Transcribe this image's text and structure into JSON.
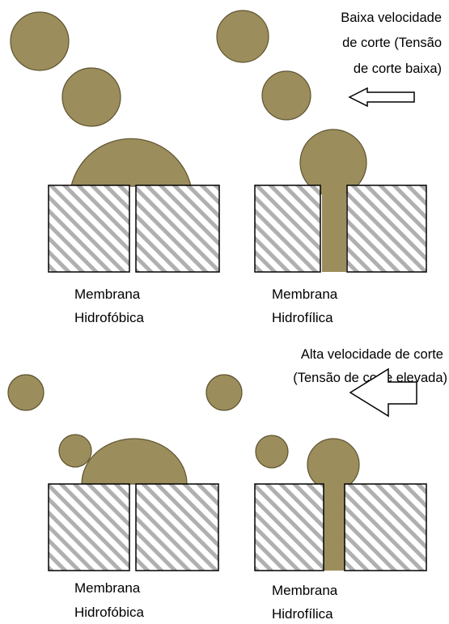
{
  "colors": {
    "droplet_fill": "#9c8d5c",
    "droplet_stroke": "#5e5430",
    "membrane_stroke": "#000000",
    "hatch_stripe": "#b0b0b0",
    "arrow_fill": "#ffffff",
    "arrow_stroke": "#000000",
    "background": "#ffffff"
  },
  "top_panel": {
    "annotation": {
      "line1": "Baixa velocidade",
      "line2": "de corte (Tensão",
      "line3": "de corte baixa)"
    },
    "hydrophobic": {
      "label_line1": "Membrana",
      "label_line2": "Hidrofóbica"
    },
    "hydrophilic": {
      "label_line1": "Membrana",
      "label_line2": "Hidrofílica"
    }
  },
  "bottom_panel": {
    "annotation": {
      "line1": "Alta velocidade de corte",
      "line2": "(Tensão de corte elevada)"
    },
    "hydrophobic": {
      "label_line1": "Membrana",
      "label_line2": "Hidrofóbica"
    },
    "hydrophilic": {
      "label_line1": "Membrana",
      "label_line2": "Hidrofílica"
    }
  },
  "icons": {
    "flow_arrow": "left-arrow-icon"
  }
}
